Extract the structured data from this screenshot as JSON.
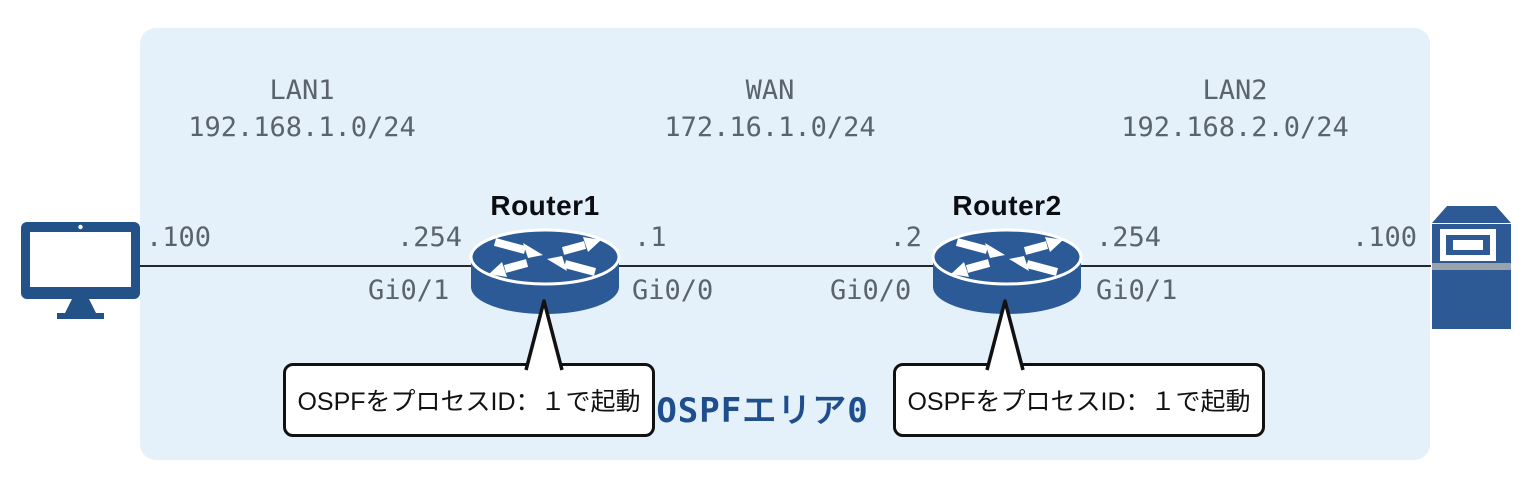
{
  "panel": {
    "area_label": "OSPFエリア0"
  },
  "networks": [
    {
      "name": "LAN1",
      "subnet": "192.168.1.0/24"
    },
    {
      "name": "WAN",
      "subnet": "172.16.1.0/24"
    },
    {
      "name": "LAN2",
      "subnet": "192.168.2.0/24"
    }
  ],
  "devices": {
    "pc": {
      "ip": ".100"
    },
    "router1": {
      "name": "Router1",
      "left_ip": ".254",
      "left_if": "Gi0/1",
      "right_ip": ".1",
      "right_if": "Gi0/0"
    },
    "router2": {
      "name": "Router2",
      "left_ip": ".2",
      "left_if": "Gi0/0",
      "right_ip": ".254",
      "right_if": "Gi0/1"
    },
    "server": {
      "ip": ".100"
    }
  },
  "callouts": {
    "router1": "OSPFをプロセスID：１で起動",
    "router2": "OSPFをプロセスID：１で起動"
  },
  "icons": {
    "pc": "desktop-monitor-icon",
    "router1": "router-icon",
    "router2": "router-icon",
    "server": "server-icon"
  },
  "colors": {
    "panel_bg": "#e4f0fa",
    "device_blue": "#2b5a96",
    "monitor_blue": "#235289",
    "line": "#24282c",
    "label_gray": "#5b646b",
    "area_text_blue": "#1e4e8c",
    "callout_border": "#111111"
  }
}
